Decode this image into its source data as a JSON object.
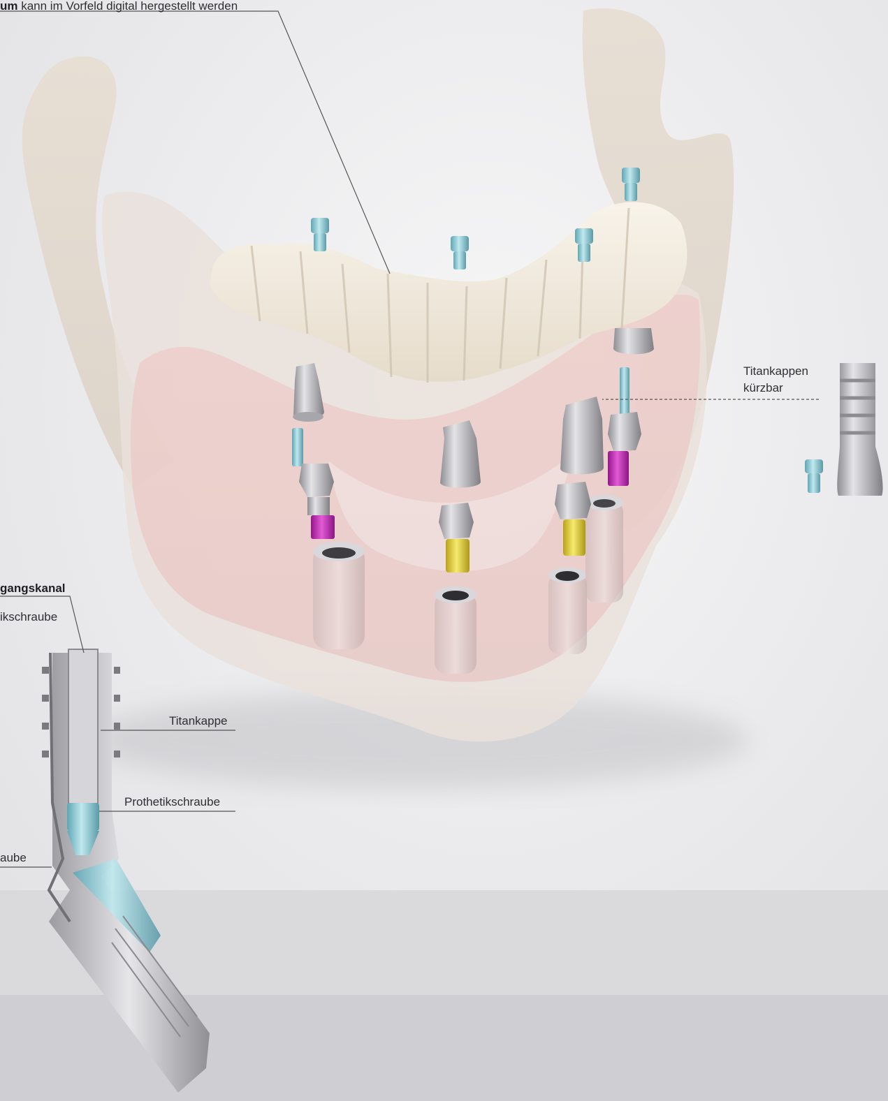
{
  "annotations": {
    "top_bold": "um",
    "top_rest": " kann im Vorfeld digital hergestellt werden",
    "titankappen_line1": "Titankappen",
    "titankappen_line2": "kürzbar",
    "kanal": "gangskanal",
    "kanal_sub": "ikschraube",
    "titankappe": "Titankappe",
    "prothetikschraube": "Prothetikschraube",
    "aube": "aube"
  },
  "colors": {
    "background": "#ececee",
    "floor_band": "#d9d9dc",
    "bone": "#e6ddd2",
    "gum": "#e9b8b6",
    "teeth": "#f3ece1",
    "titanium": "#b9b9bd",
    "screw_blue": "#8ecfd8",
    "magenta": "#c020b0",
    "gold": "#e5d22e",
    "label_text": "#2f2f33",
    "leader_line": "#555555"
  }
}
